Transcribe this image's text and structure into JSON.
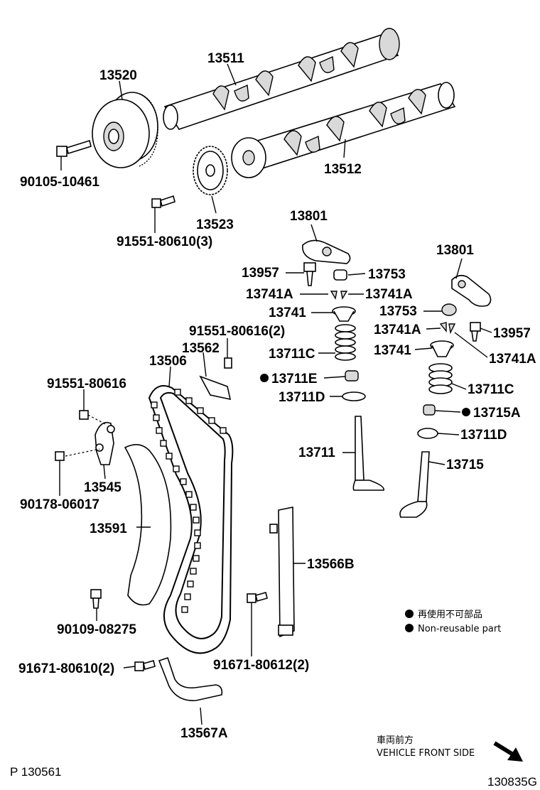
{
  "parts": {
    "camshaft_1": "13511",
    "camshaft_2": "13512",
    "cam_timing_gear": "13520",
    "gear_bolt": "90105-10461",
    "cam_sprocket": "13523",
    "sprocket_bolt": "91551-80610(3)",
    "rocker_arm_left": "13801",
    "rocker_arm_right": "13801",
    "adjuster_left": "13957",
    "adjuster_right": "13957",
    "cap_left": "13753",
    "cap_right": "13753",
    "keeper_left_a": "13741A",
    "keeper_left_b": "13741A",
    "keeper_right_a": "13741A",
    "keeper_right_b": "13741A",
    "retainer_left": "13741",
    "retainer_right": "13741",
    "spring_left": "13711C",
    "spring_right": "13711C",
    "seal_left": "13711E",
    "seal_right": "13715A",
    "seat_left": "13711D",
    "seat_right": "13711D",
    "intake_valve": "13711",
    "exhaust_valve": "13715",
    "tensioner_bolt_2": "91551-80616(2)",
    "chain_tensioner": "13562",
    "timing_chain": "13506",
    "tensioner_bolt": "91551-80616",
    "tensioner_assy": "13545",
    "tensioner_nut": "90178-06017",
    "slipper": "13591",
    "chain_guide": "13566B",
    "slipper_bolt": "90109-08275",
    "guide_bolt_right": "91671-80612(2)",
    "guide_bolt_left": "91671-80610(2)",
    "oil_nozzle": "13567A"
  },
  "legend": {
    "jp": "再使用不可部品",
    "en": "Non-reusable part"
  },
  "footer": {
    "direction_jp": "車両前方",
    "direction_en": "VEHICLE FRONT SIDE",
    "page_ref": "P 130561",
    "figure_id": "130835G"
  }
}
